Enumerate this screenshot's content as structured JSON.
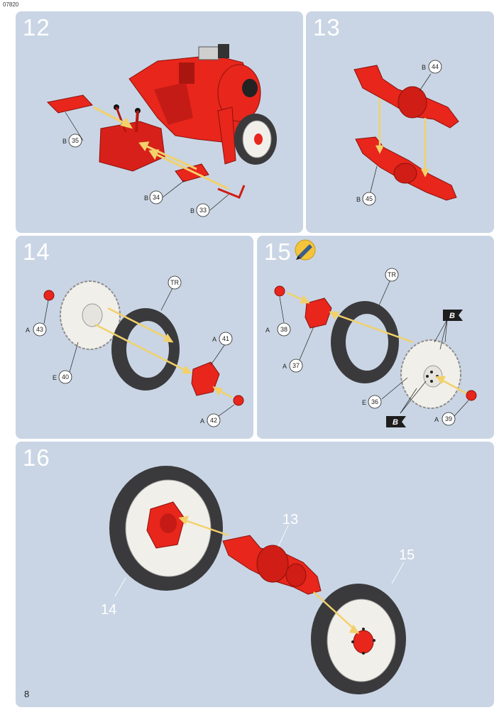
{
  "doc_code": "07820",
  "page_number": "8",
  "steps": {
    "s12": {
      "number": "12",
      "parts": [
        {
          "letter": "B",
          "num": "35"
        },
        {
          "letter": "B",
          "num": "34"
        },
        {
          "letter": "B",
          "num": "33"
        }
      ]
    },
    "s13": {
      "number": "13",
      "parts": [
        {
          "letter": "B",
          "num": "44"
        },
        {
          "letter": "B",
          "num": "45"
        }
      ]
    },
    "s14": {
      "number": "14",
      "tr": "TR",
      "parts": [
        {
          "letter": "A",
          "num": "43"
        },
        {
          "letter": "E",
          "num": "40"
        },
        {
          "letter": "A",
          "num": "41"
        },
        {
          "letter": "A",
          "num": "42"
        }
      ]
    },
    "s15": {
      "number": "15",
      "tr": "TR",
      "flag": "B",
      "parts": [
        {
          "letter": "A",
          "num": "38"
        },
        {
          "letter": "A",
          "num": "37"
        },
        {
          "letter": "E",
          "num": "36"
        },
        {
          "letter": "A",
          "num": "39"
        }
      ]
    },
    "s16": {
      "number": "16",
      "refs": {
        "left": "14",
        "axle": "13",
        "right": "15"
      }
    }
  },
  "colors": {
    "panel": "#c9d5e4",
    "part_red": "#e8261c",
    "tire": "#3a3a3c",
    "rim": "#f1efe9",
    "arrow": "#f2d16b"
  }
}
